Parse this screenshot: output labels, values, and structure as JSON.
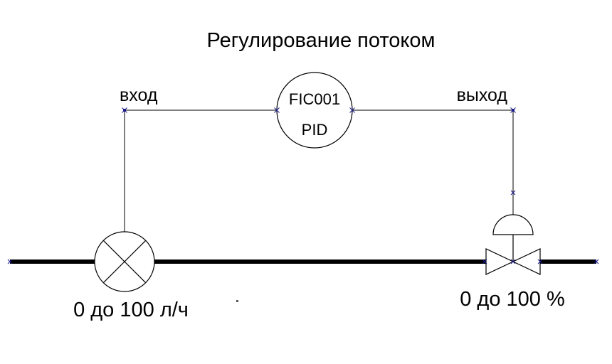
{
  "title": "Регулирование потоком",
  "controller": {
    "tag": "FIC001",
    "type": "PID"
  },
  "signals": {
    "input_label": "вход",
    "output_label": "выход"
  },
  "flow_meter": {
    "range_label": "0 до 100 л/ч"
  },
  "control_valve": {
    "range_label": "0 до 100 %"
  },
  "colors": {
    "line": "#000000",
    "junction": "#1a1a8c",
    "background": "#ffffff"
  }
}
